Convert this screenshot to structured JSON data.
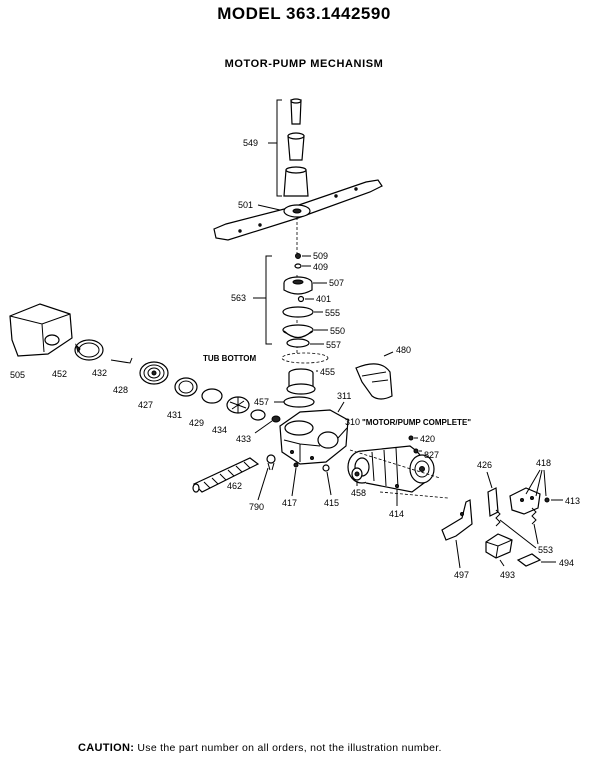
{
  "title": "MODEL 363.1442590",
  "subtitle": "MOTOR-PUMP MECHANISM",
  "caution": {
    "label": "CAUTION:",
    "text": "Use the part number on all orders, not the illustration number."
  },
  "callouts": {
    "c549": "549",
    "c501": "501",
    "c509": "509",
    "c409": "409",
    "c563": "563",
    "c507": "507",
    "c401": "401",
    "c555": "555",
    "c550": "550",
    "c557": "557",
    "c505": "505",
    "c452": "452",
    "c432": "432",
    "c428": "428",
    "c427": "427",
    "c431": "431",
    "c429": "429",
    "c434": "434",
    "c433": "433",
    "c457": "457",
    "c455": "455",
    "c480": "480",
    "c311": "311",
    "c310": "310",
    "c420": "420",
    "c827": "827",
    "c426": "426",
    "c418": "418",
    "c413": "413",
    "c462": "462",
    "c790": "790",
    "c417": "417",
    "c415": "415",
    "c458": "458",
    "c414": "414",
    "c553": "553",
    "c497": "497",
    "c493": "493",
    "c494": "494"
  },
  "labels": {
    "tub_bottom": "TUB BOTTOM",
    "motor_pump_complete": "\"MOTOR/PUMP COMPLETE\""
  }
}
